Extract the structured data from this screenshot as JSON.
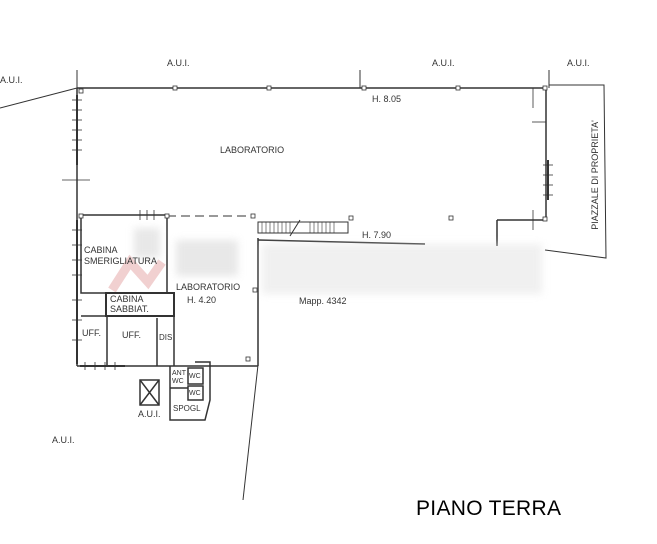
{
  "drawing_title": "PIANO TERRA",
  "labels": {
    "aui_top_left": "A.U.I.",
    "aui_top_mid1": "A.U.I.",
    "aui_top_mid2": "A.U.I.",
    "aui_top_right": "A.U.I.",
    "aui_bottom_left": "A.U.I.",
    "aui_stair": "A.U.I.",
    "laboratorio_main": "LABORATORIO",
    "h_805": "H. 8.05",
    "h_790": "H. 7.90",
    "cabina_smerigliatura_1": "CABINA",
    "cabina_smerigliatura_2": "SMERIGLIATURA",
    "laboratorio_lower": "LABORATORIO",
    "h_420": "H. 4.20",
    "cabina_sabbiat_1": "CABINA",
    "cabina_sabbiat_2": "SABBIAT.",
    "uff_1": "UFF.",
    "uff_2": "UFF.",
    "dis": "DIS",
    "anti_wc_1": "ANT",
    "anti_wc_2": "WC",
    "wc_1": "WC",
    "wc_2": "WC",
    "spogl": "SPOGL",
    "mapp": "Mapp. 4342",
    "piazzale": "PIAZZALE DI PROPRIETA'"
  },
  "colors": {
    "line": "#333333",
    "watermark": "#e8b0b0"
  }
}
